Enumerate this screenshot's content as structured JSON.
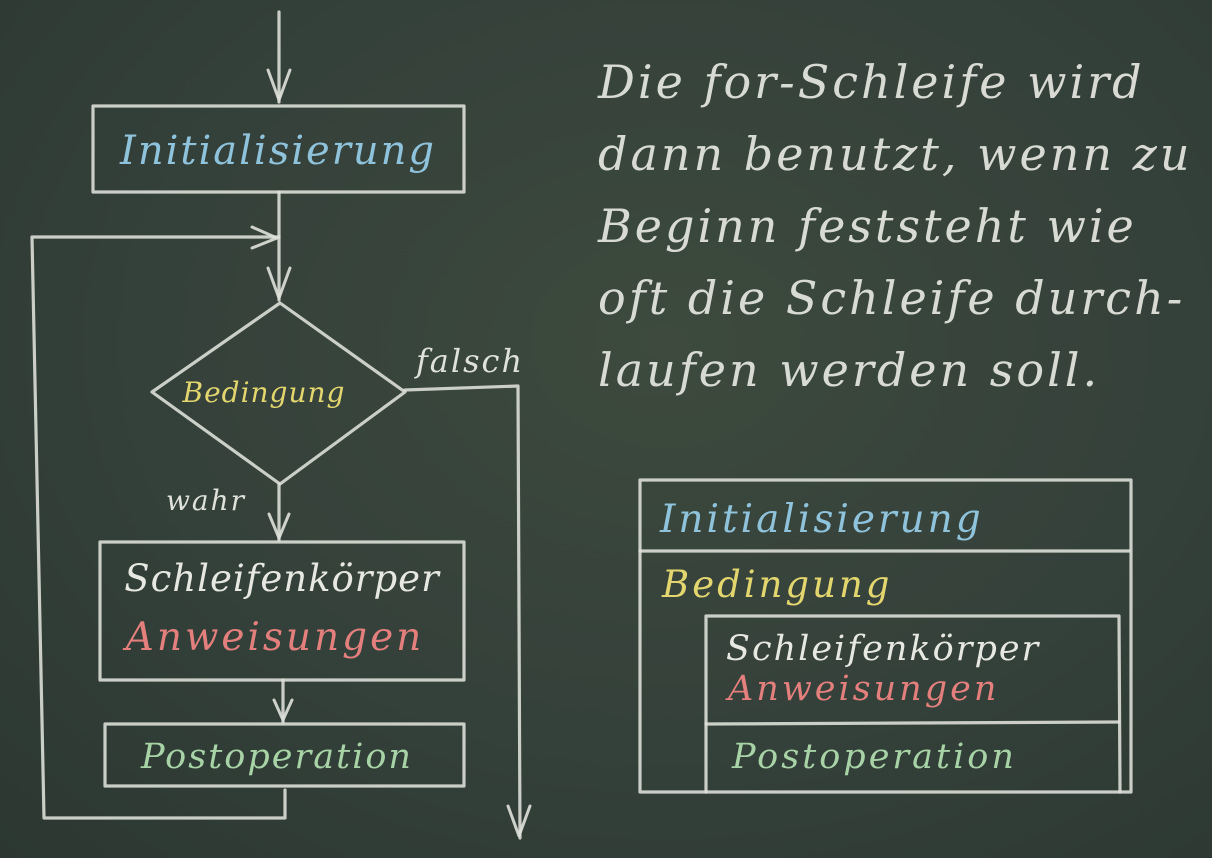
{
  "flowchart": {
    "init": "Initialisierung",
    "condition": "Bedingung",
    "false_label": "falsch",
    "true_label": "wahr",
    "body_title": "Schleifenkörper",
    "body_statements": "Anweisungen",
    "postop": "Postoperation"
  },
  "description": {
    "lines": [
      "Die for-Schleife wird",
      "dann benutzt, wenn zu",
      "Beginn feststeht wie",
      "oft die Schleife durch-",
      "laufen werden soll."
    ]
  },
  "struktogramm": {
    "init": "Initialisierung",
    "condition": "Bedingung",
    "body_title": "Schleifenkörper",
    "body_statements": "Anweisungen",
    "postop": "Postoperation"
  },
  "colors": {
    "chalk_white": "#dfe2db",
    "chalk_blue": "#8fc3dc",
    "chalk_yellow": "#e3d66e",
    "chalk_red": "#e37f7c",
    "chalk_green": "#a7d3a6",
    "board": "#34403a"
  }
}
